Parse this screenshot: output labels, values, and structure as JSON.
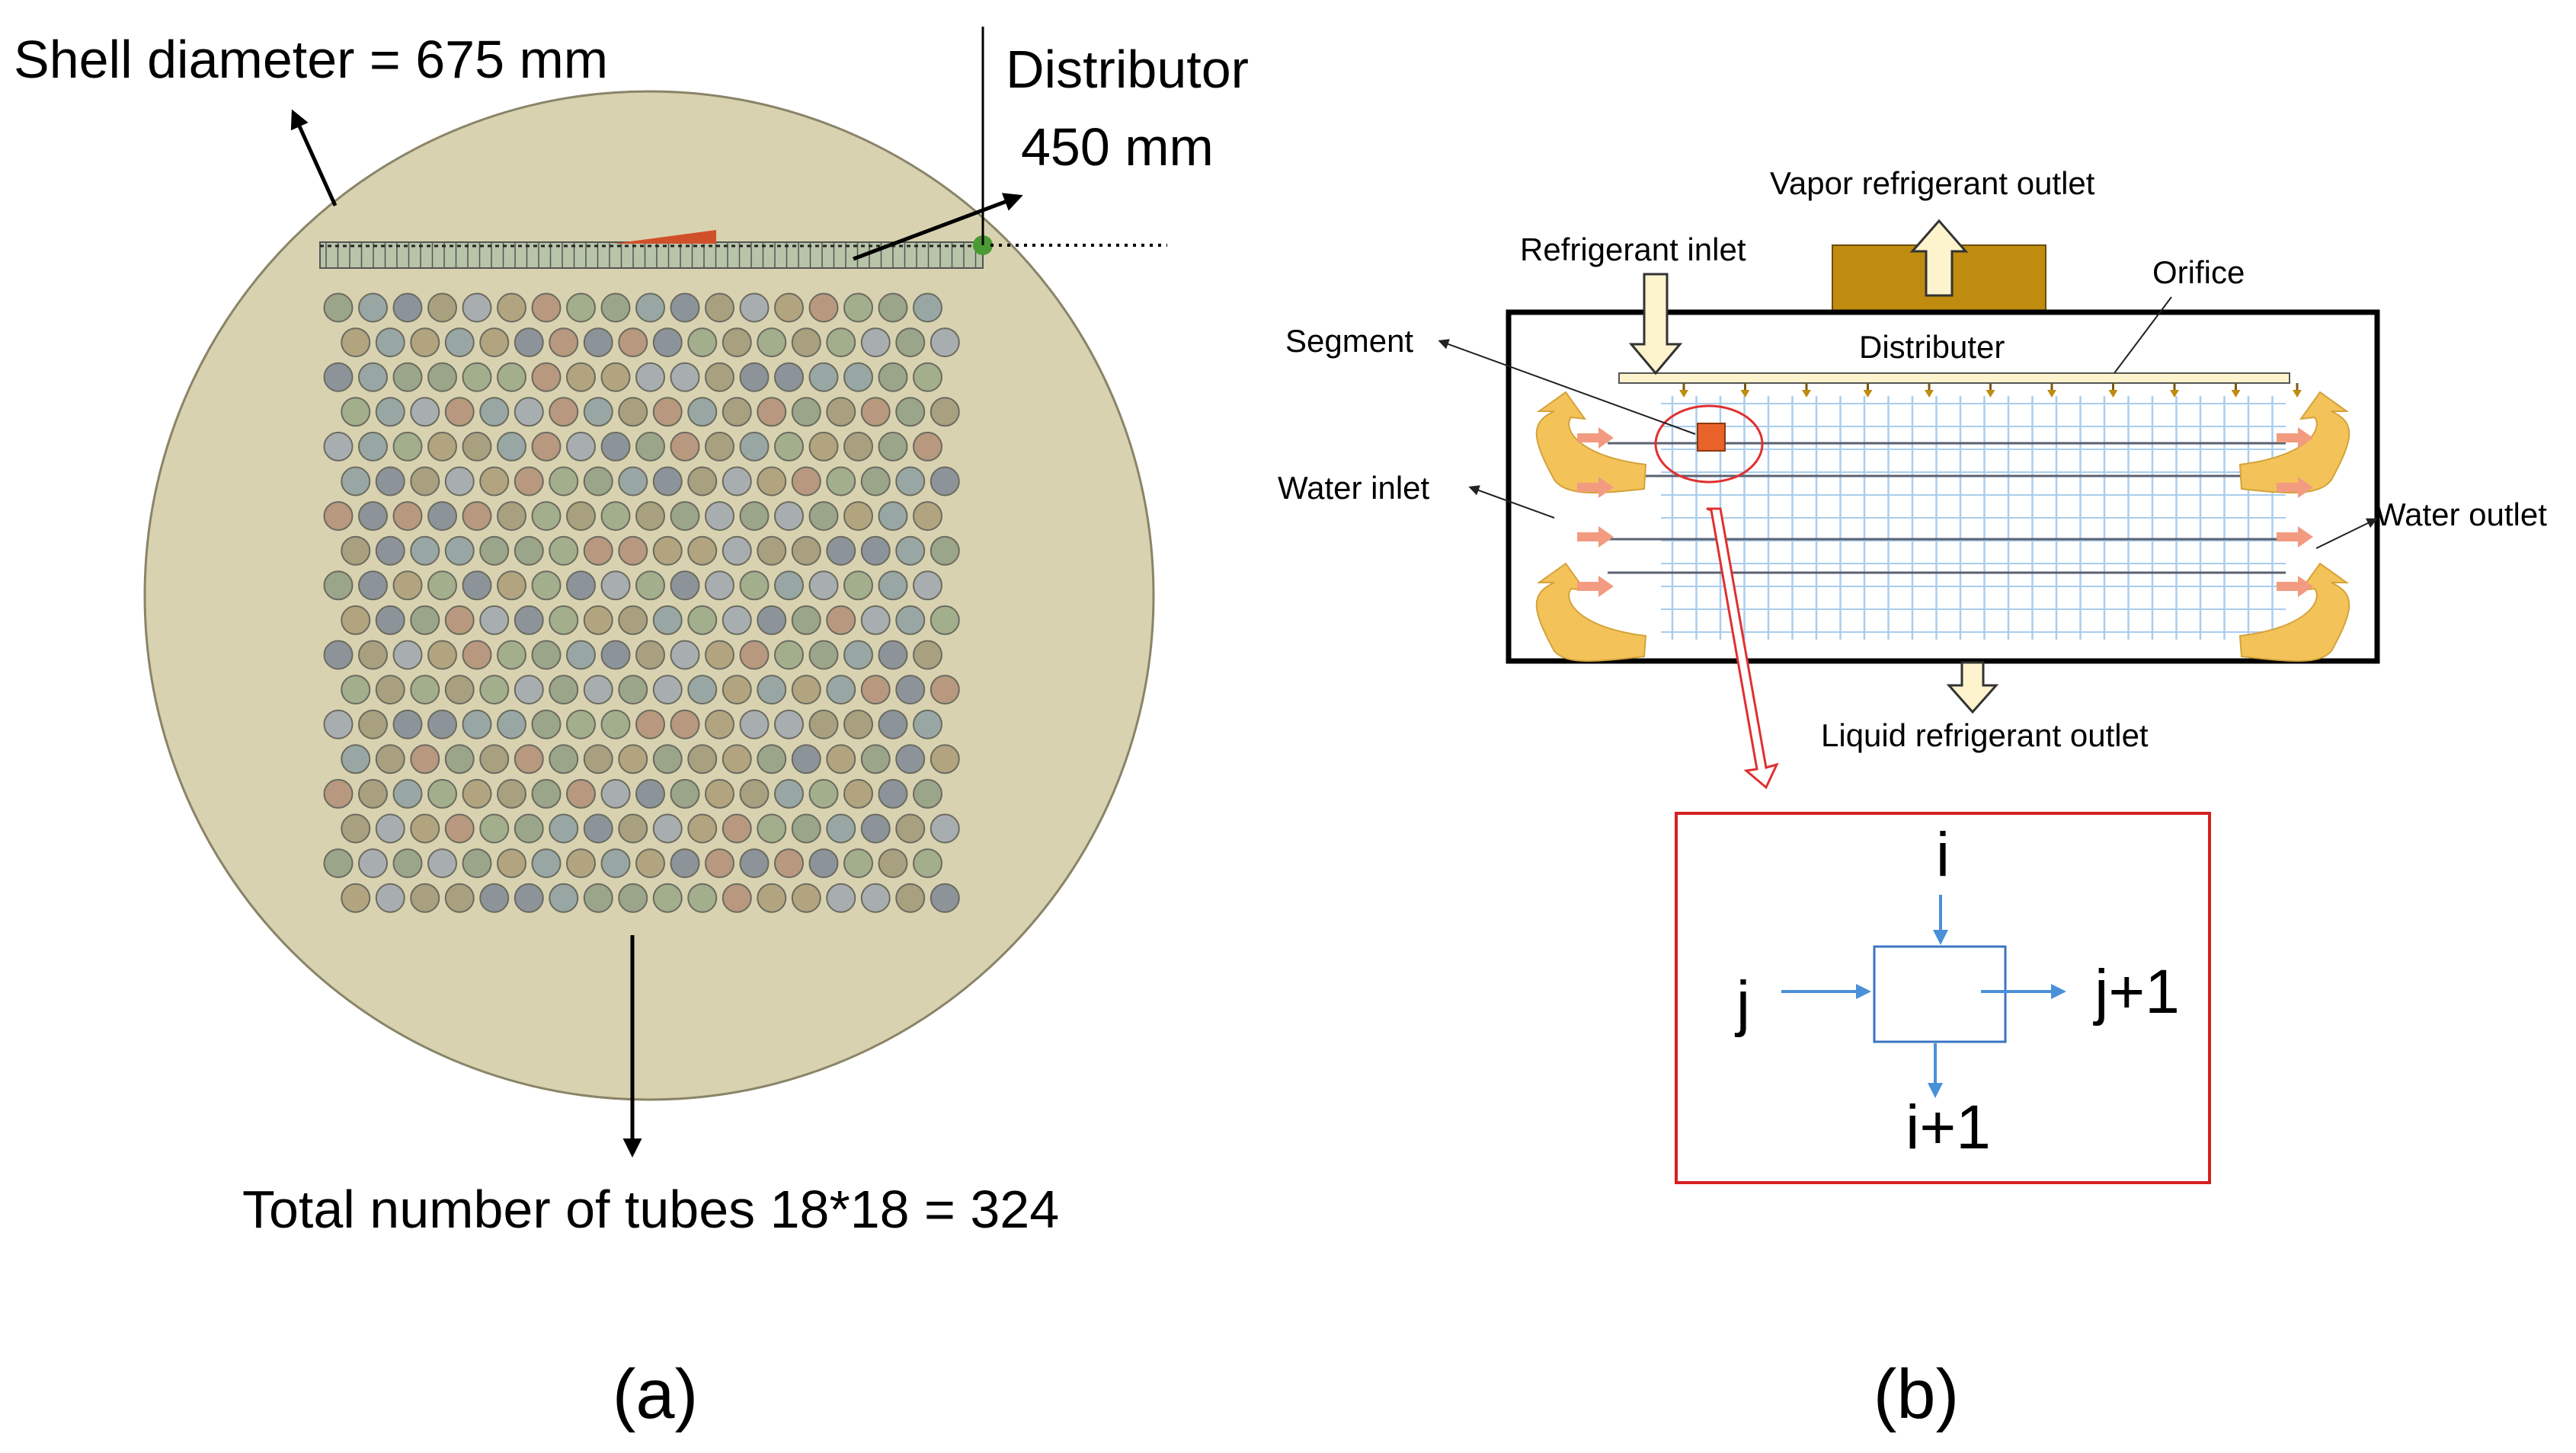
{
  "panel_a": {
    "shell_label": "Shell diameter = 675 mm",
    "distributor_label": "Distributor",
    "distributor_size": "450 mm",
    "tubes_label": "Total number of tubes 18*18 = 324",
    "caption": "(a)",
    "tube_rows": 18,
    "tubes_per_row": 18,
    "colors": {
      "shell_fill": "#d8d2b0",
      "shell_stroke": "#8a8468",
      "distributor_fill": "#b8c4a8",
      "orifice_marker": "#4a9a32",
      "flow_marker": "#d0502a",
      "tube_palette": [
        "#9aa58a",
        "#a8a07e",
        "#b8987e",
        "#98a7a3",
        "#a8aeb0",
        "#a2ae8c",
        "#8c949a",
        "#b2a47e"
      ]
    }
  },
  "panel_b": {
    "vapor_outlet": "Vapor refrigerant outlet",
    "refrigerant_inlet": "Refrigerant inlet",
    "orifice": "Orifice",
    "segment": "Segment",
    "distributer": "Distributer",
    "water_inlet": "Water inlet",
    "water_outlet": "Water outlet",
    "liquid_outlet": "Liquid refrigerant outlet",
    "caption": "(b)",
    "colors": {
      "outlet_box": "#bf8c10",
      "arrow_fill": "#fdf3cc",
      "curve_arrow": "#f3c35a",
      "water_arrow": "#f29b80",
      "grid_line": "#a9cdee",
      "tube_line": "#5a6272",
      "segment_fill": "#e8622a",
      "highlight": "#e03030"
    }
  },
  "inset": {
    "i": "i",
    "i_plus": "i+1",
    "j": "j",
    "j_plus": "j+1",
    "colors": {
      "frame": "#d42020",
      "cell": "#3c74c4",
      "arrow": "#4a90d9"
    }
  }
}
